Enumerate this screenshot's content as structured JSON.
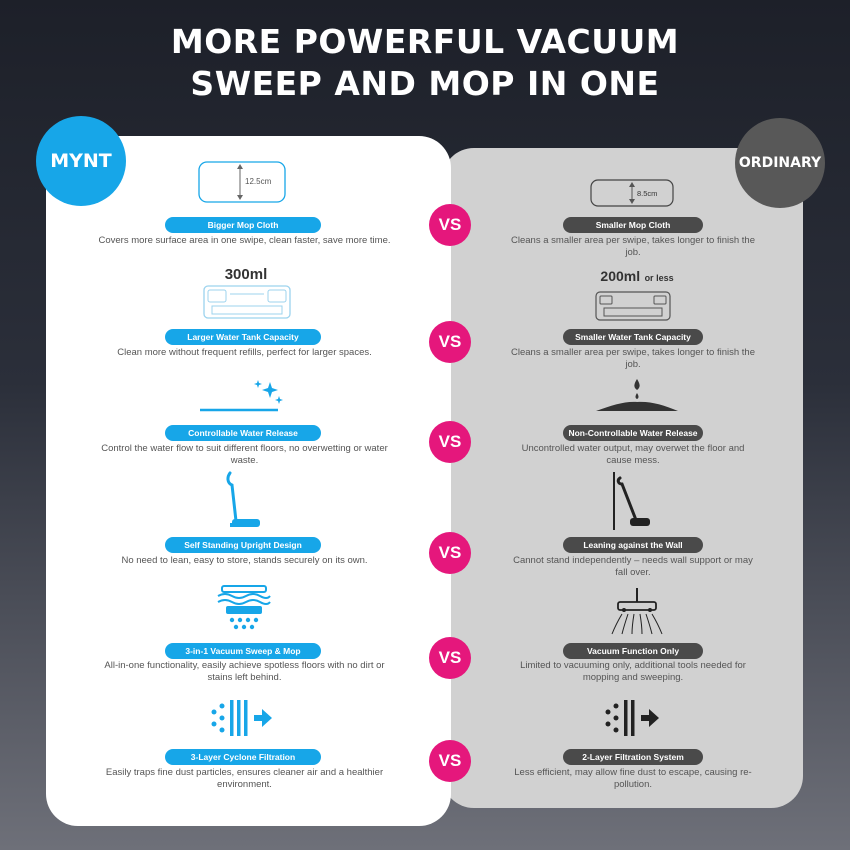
{
  "header": {
    "line1": "MORE POWERFUL VACUUM",
    "line2": "SWEEP AND MOP IN ONE"
  },
  "badges": {
    "left": "MYNT",
    "right": "ORDINARY"
  },
  "vs_label": "VS",
  "rows": [
    {
      "left_title": "Bigger Mop Cloth",
      "left_desc": "Covers more surface area in one swipe, clean faster, save more time.",
      "left_value": "12.5cm",
      "right_title": "Smaller Mop Cloth",
      "right_desc": "Cleans a smaller area per swipe, takes longer to finish the job.",
      "right_value": "8.5cm"
    },
    {
      "left_title": "Larger Water Tank Capacity",
      "left_desc": "Clean more without frequent refills, perfect for larger spaces.",
      "left_value": "300ml",
      "right_title": "Smaller Water Tank Capacity",
      "right_desc": "Cleans a smaller area per swipe, takes longer to finish the job.",
      "right_value": "200ml",
      "right_value_suffix": "or less"
    },
    {
      "left_title": "Controllable Water Release",
      "left_desc": "Control the water flow to suit different floors, no overwetting or water waste.",
      "right_title": "Non-Controllable Water Release",
      "right_desc": "Uncontrolled water output, may overwet the floor and cause mess."
    },
    {
      "left_title": "Self Standing Upright Design",
      "left_desc": "No need to lean,  easy to store,  stands securely on its own.",
      "right_title": "Leaning against the Wall",
      "right_desc": "Cannot stand independently – needs wall support or may fall over."
    },
    {
      "left_title": "3-in-1 Vacuum Sweep & Mop",
      "left_desc": "All-in-one functionality, easily achieve spotless floors with no dirt or stains left behind.",
      "right_title": "Vacuum Function Only",
      "right_desc": "Limited to vacuuming only, additional tools needed for mopping and sweeping."
    },
    {
      "left_title": "3-Layer Cyclone Filtration",
      "left_desc": "Easily traps fine dust particles, ensures cleaner air and a healthier environment.",
      "right_title": "2-Layer Filtration System",
      "right_desc": "Less efficient, may allow fine dust to escape, causing re-pollution."
    }
  ],
  "colors": {
    "mynt_blue": "#17a6e8",
    "vs_pink": "#e5177c",
    "ordinary_gray": "#585858",
    "pill_gray": "#4a4a4a"
  },
  "icons": {
    "row1": "mop-cloth-icon",
    "row2": "water-tank-icon",
    "row3": "water-release-icon",
    "row4": "upright-vacuum-icon",
    "row5": "vacuum-head-icon",
    "row6": "filtration-icon"
  }
}
